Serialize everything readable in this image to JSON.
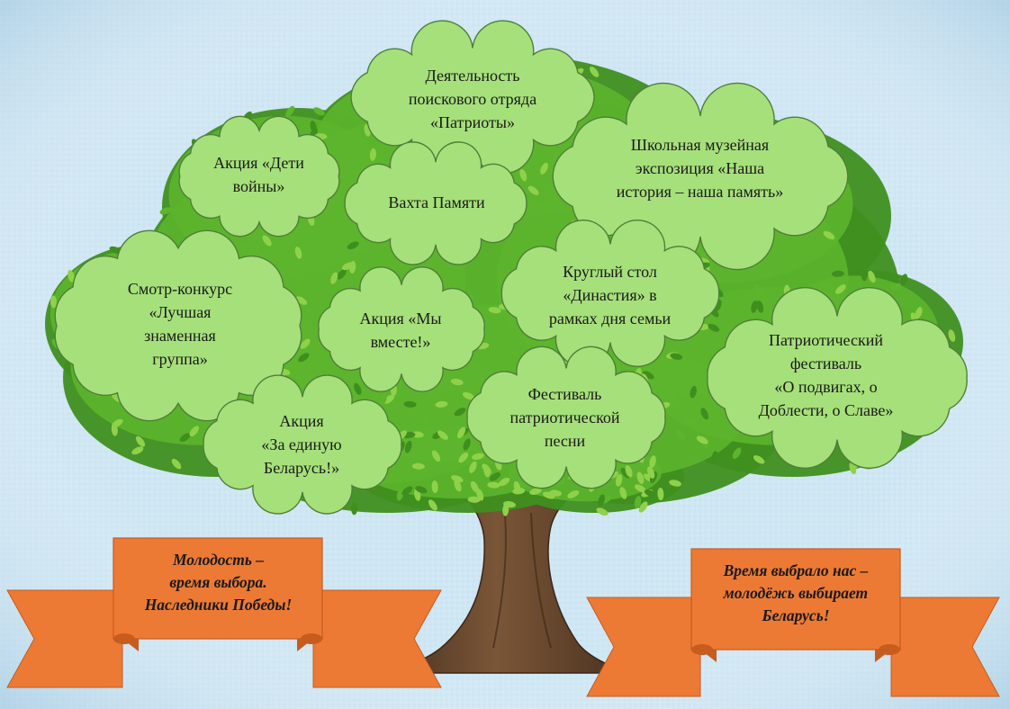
{
  "colors": {
    "sky": "#cfe6f3",
    "leaf_dark": "#3f8f1f",
    "leaf_mid": "#5cb52c",
    "leaf_light": "#8fd14a",
    "cloud_fill": "#a6e07a",
    "cloud_stroke": "#4f7f3a",
    "trunk": "#6b4a2d",
    "trunk_dark": "#4a3120",
    "banner": "#ec7a34",
    "banner_dark": "#c65c1e"
  },
  "clouds": [
    {
      "id": "search-squad",
      "label": "Деятельность\nпоискового отряда\n«Патриоты»"
    },
    {
      "id": "children-of-war",
      "label": "Акция «Дети\nвойны»"
    },
    {
      "id": "memory-watch",
      "label": "Вахта Памяти"
    },
    {
      "id": "school-museum",
      "label": "Школьная музейная\nэкспозиция «Наша\nистория – наша память»"
    },
    {
      "id": "banner-group-contest",
      "label": "Смотр-конкурс\n«Лучшая\nзнаменная\nгруппа»"
    },
    {
      "id": "we-are-together",
      "label": "Акция «Мы\nвместе!»"
    },
    {
      "id": "dynasty-round-table",
      "label": "Круглый стол\n«Династия» в\nрамках дня семьи"
    },
    {
      "id": "patriotic-festival",
      "label": "Патриотический\nфестиваль\n«О подвигах, о\nДоблести, о Славе»"
    },
    {
      "id": "united-belarus",
      "label": "Акция\n«За единую\nБеларусь!»"
    },
    {
      "id": "song-festival",
      "label": "Фестиваль\nпатриотической\nпесни"
    }
  ],
  "banners": [
    {
      "id": "left",
      "label": "Молодость –\nвремя выбора.\nНаследники Победы!"
    },
    {
      "id": "right",
      "label": "Время выбрало нас –\nмолодёжь выбирает\nБеларусь!"
    }
  ]
}
